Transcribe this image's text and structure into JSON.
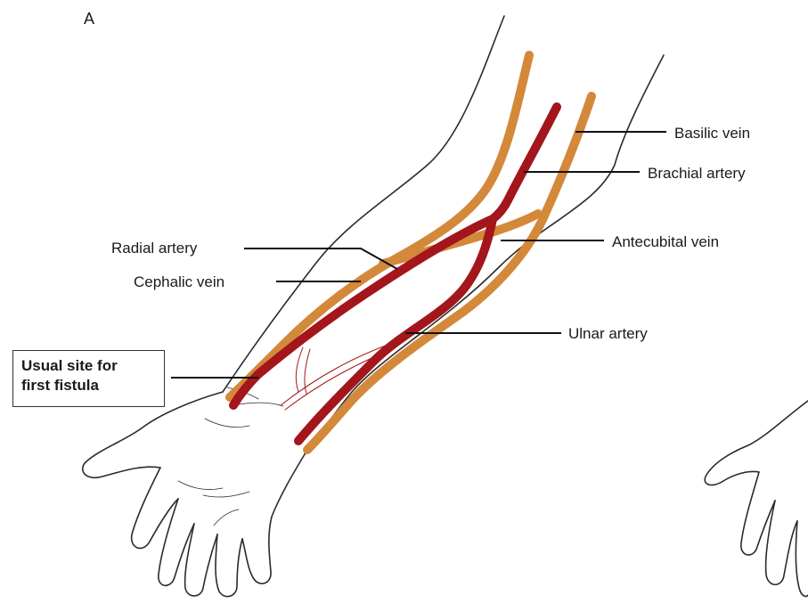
{
  "panel_letter": "A",
  "labels": {
    "basilic_vein": "Basilic vein",
    "brachial_artery": "Brachial artery",
    "antecubital_vein": "Antecubital vein",
    "radial_artery": "Radial artery",
    "cephalic_vein": "Cephalic vein",
    "ulnar_artery": "Ulnar artery"
  },
  "fistula_site": {
    "line1": "Usual site for",
    "line2": "first fistula"
  },
  "colors": {
    "artery": "#a3161c",
    "vein": "#d4883a",
    "outline": "#2b2b2b",
    "leader": "#111111"
  }
}
